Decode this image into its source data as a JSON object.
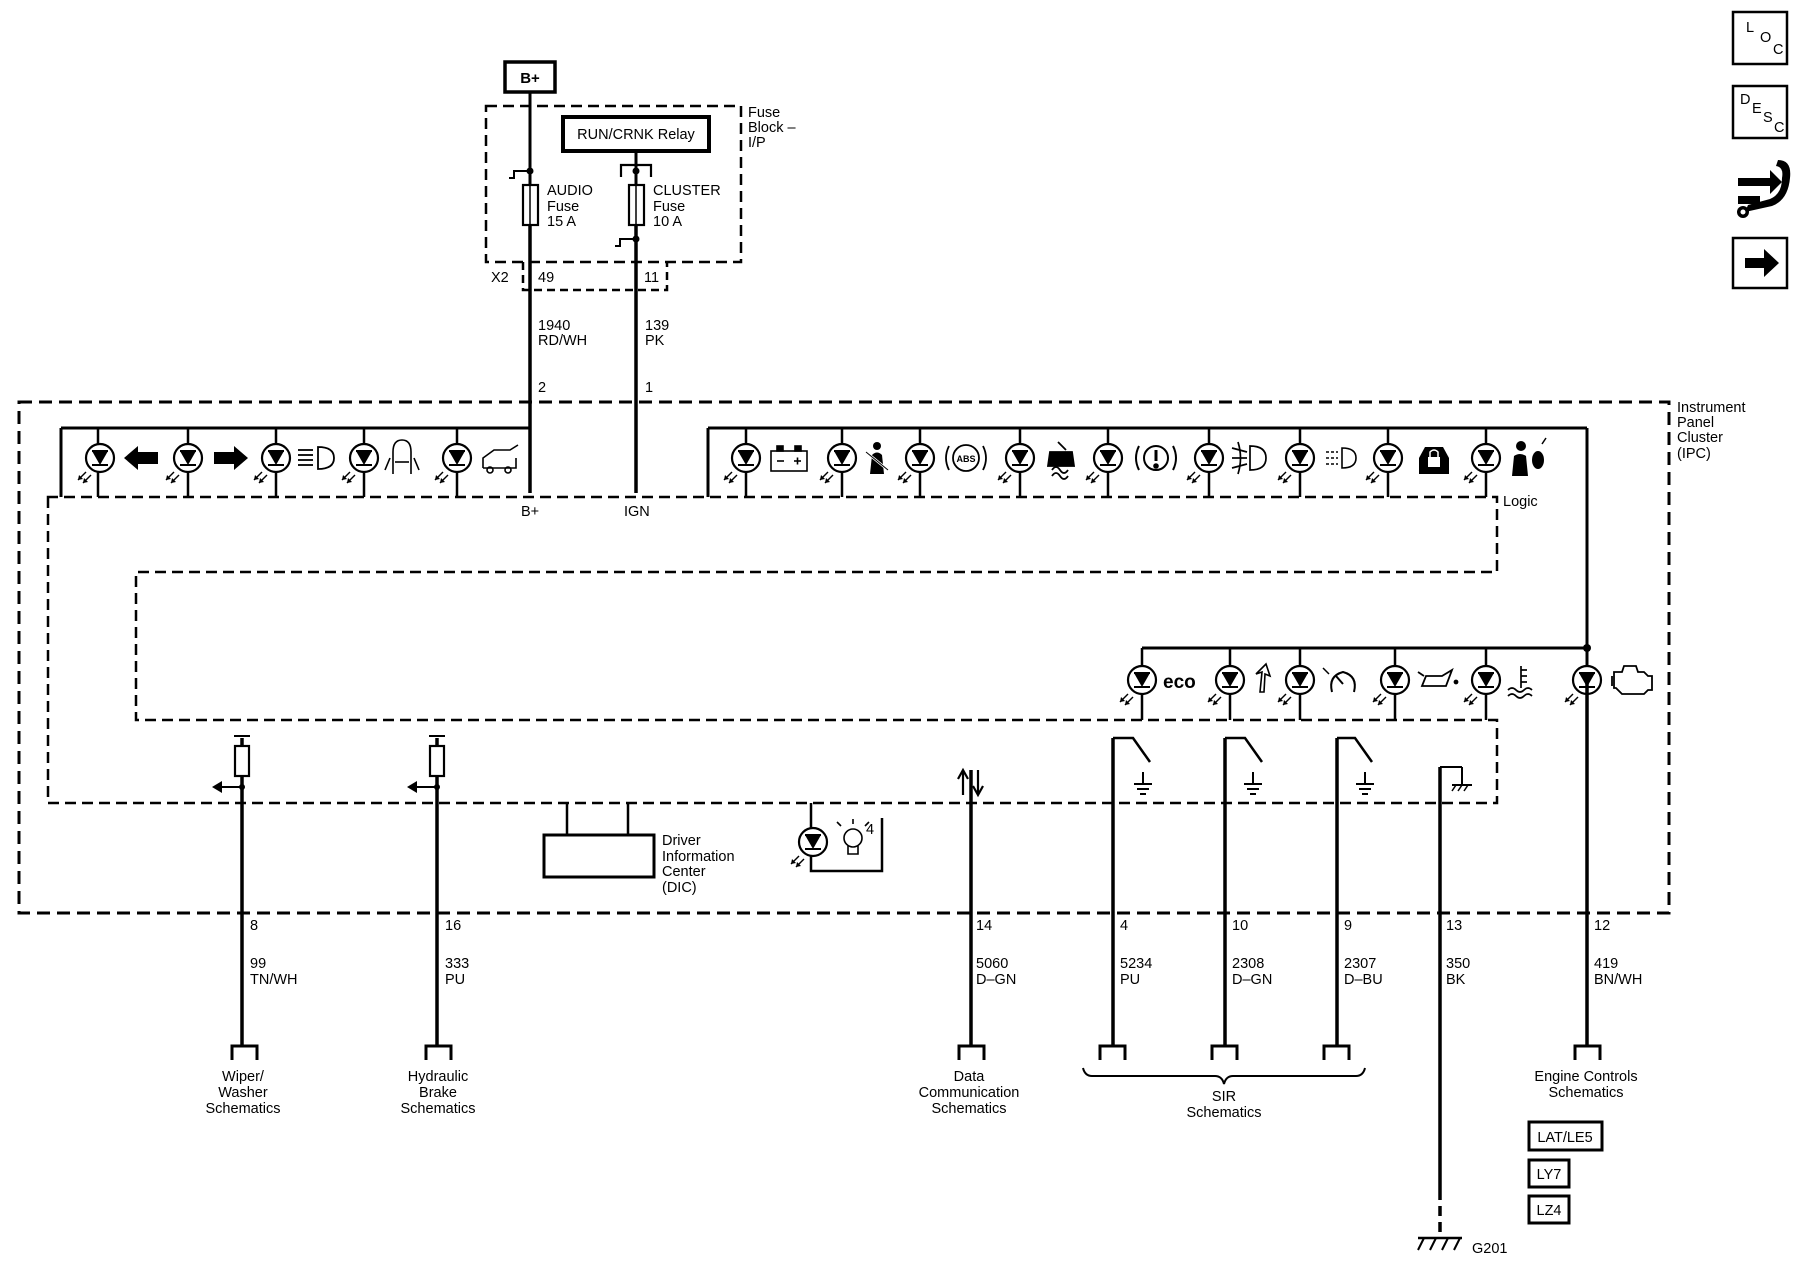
{
  "nav": {
    "loc_label": [
      "L",
      "O",
      "C"
    ],
    "desc_label": [
      "D",
      "E",
      "S",
      "C"
    ],
    "diagnostic_icon": "wrench-arrows-icon",
    "next_icon": "right-arrow-icon"
  },
  "power": {
    "bplus": "B+",
    "relay": "RUN/CRNK Relay",
    "fuse_block": [
      "Fuse",
      "Block –",
      "I/P"
    ],
    "audio_fuse": [
      "AUDIO",
      "Fuse",
      "15 A"
    ],
    "cluster_fuse": [
      "CLUSTER",
      "Fuse",
      "10 A"
    ],
    "connector": "X2",
    "pin_49": "49",
    "pin_11": "11"
  },
  "wires_top": {
    "w1_num": "1940",
    "w1_color": "RD/WH",
    "w2_num": "139",
    "w2_color": "PK",
    "cluster_pin_2": "2",
    "cluster_pin_1": "1"
  },
  "ipc": {
    "label": [
      "Instrument",
      "Panel",
      "Cluster",
      "(IPC)"
    ],
    "bplus": "B+",
    "ign": "IGN",
    "logic": "Logic",
    "dic": [
      "Driver",
      "Information",
      "Center",
      "(DIC)"
    ],
    "lamp_count": "4",
    "eco": "eco"
  },
  "circuits": [
    {
      "pin": "8",
      "num": "99",
      "color": "TN/WH"
    },
    {
      "pin": "16",
      "num": "333",
      "color": "PU"
    },
    {
      "pin": "14",
      "num": "5060",
      "color": "D–GN"
    },
    {
      "pin": "4",
      "num": "5234",
      "color": "PU"
    },
    {
      "pin": "10",
      "num": "2308",
      "color": "D–GN"
    },
    {
      "pin": "9",
      "num": "2307",
      "color": "D–BU"
    },
    {
      "pin": "13",
      "num": "350",
      "color": "BK"
    },
    {
      "pin": "12",
      "num": "419",
      "color": "BN/WH"
    }
  ],
  "destinations": {
    "wiper": [
      "Wiper/",
      "Washer",
      "Schematics"
    ],
    "brake": [
      "Hydraulic",
      "Brake",
      "Schematics"
    ],
    "data": [
      "Data",
      "Communication",
      "Schematics"
    ],
    "sir": [
      "SIR",
      "Schematics"
    ],
    "engine": [
      "Engine Controls",
      "Schematics"
    ]
  },
  "engines": [
    "LAT/LE5",
    "LY7",
    "LZ4"
  ],
  "ground": "G201"
}
